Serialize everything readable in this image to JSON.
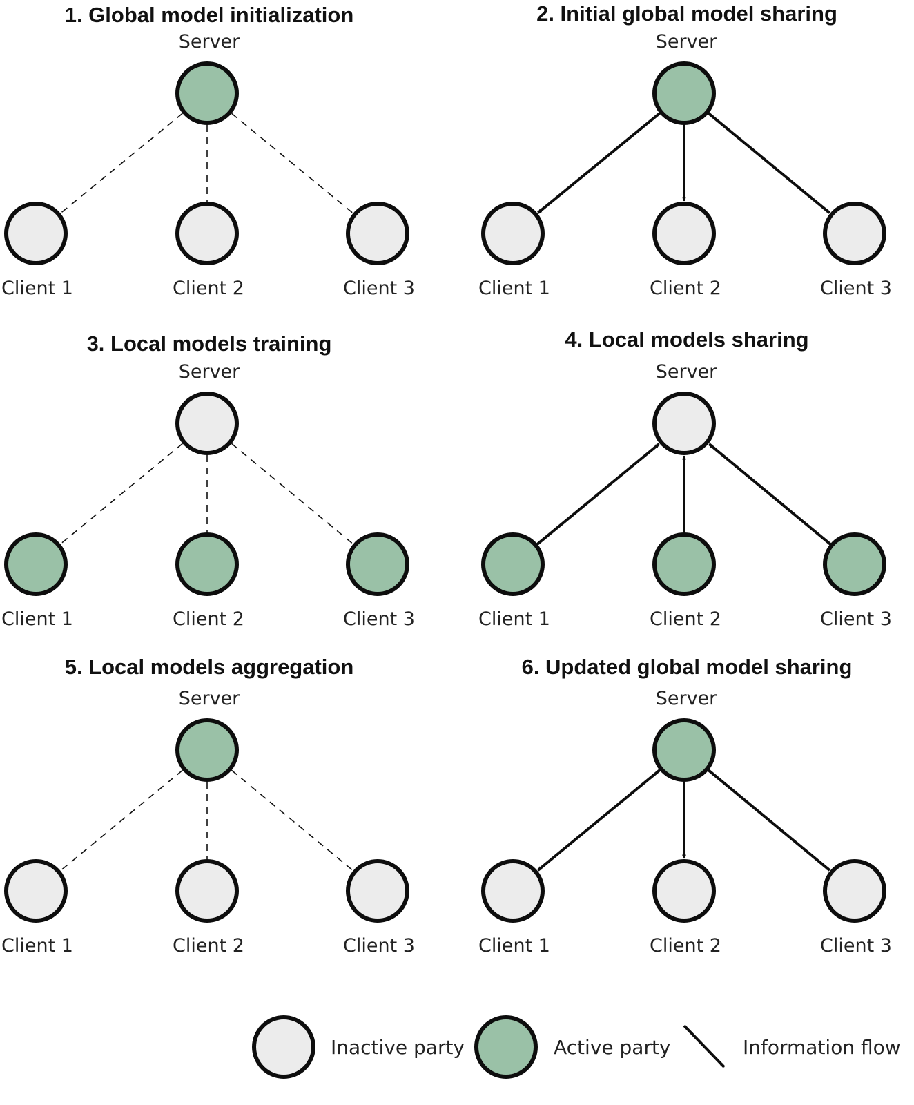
{
  "colors": {
    "inactive": "#ececec",
    "active": "#9ac1a7",
    "stroke": "#0d0d0d"
  },
  "panels": [
    {
      "title": "1. Global model initialization",
      "server_label": "Server",
      "server_state": "active",
      "clients": [
        {
          "label": "Client 1",
          "state": "inactive"
        },
        {
          "label": "Client 2",
          "state": "inactive"
        },
        {
          "label": "Client 3",
          "state": "inactive"
        }
      ],
      "link": "dashed"
    },
    {
      "title": "2. Initial global model sharing",
      "server_label": "Server",
      "server_state": "active",
      "clients": [
        {
          "label": "Client 1",
          "state": "inactive"
        },
        {
          "label": "Client 2",
          "state": "inactive"
        },
        {
          "label": "Client 3",
          "state": "inactive"
        }
      ],
      "link": "to-clients"
    },
    {
      "title": "3. Local models training",
      "server_label": "Server",
      "server_state": "inactive",
      "clients": [
        {
          "label": "Client 1",
          "state": "active"
        },
        {
          "label": "Client 2",
          "state": "active"
        },
        {
          "label": "Client 3",
          "state": "active"
        }
      ],
      "link": "dashed"
    },
    {
      "title": "4. Local models sharing",
      "server_label": "Server",
      "server_state": "inactive",
      "clients": [
        {
          "label": "Client 1",
          "state": "active"
        },
        {
          "label": "Client 2",
          "state": "active"
        },
        {
          "label": "Client 3",
          "state": "active"
        }
      ],
      "link": "to-server"
    },
    {
      "title": "5. Local models aggregation",
      "server_label": "Server",
      "server_state": "active",
      "clients": [
        {
          "label": "Client 1",
          "state": "inactive"
        },
        {
          "label": "Client 2",
          "state": "inactive"
        },
        {
          "label": "Client 3",
          "state": "inactive"
        }
      ],
      "link": "dashed"
    },
    {
      "title": "6. Updated global model sharing",
      "server_label": "Server",
      "server_state": "active",
      "clients": [
        {
          "label": "Client 1",
          "state": "inactive"
        },
        {
          "label": "Client 2",
          "state": "inactive"
        },
        {
          "label": "Client 3",
          "state": "inactive"
        }
      ],
      "link": "to-clients"
    }
  ],
  "legend": {
    "inactive_label": "Inactive party",
    "active_label": "Active party",
    "flow_label": "Information flow"
  }
}
